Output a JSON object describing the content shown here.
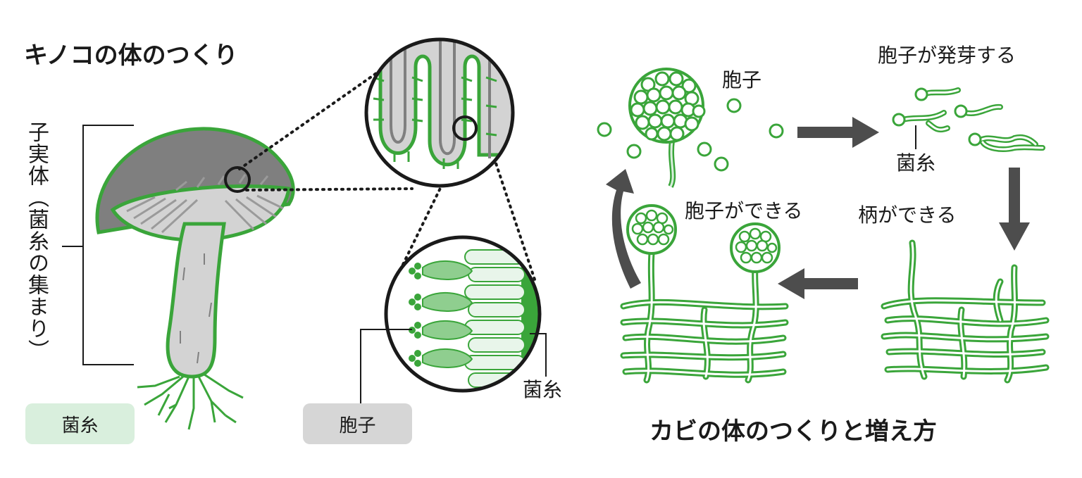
{
  "mushroom": {
    "title": "キノコの体のつくり",
    "fruiting_body_label": "子実体（菌糸の集まり）",
    "hyphae_label": "菌糸",
    "spore_label": "胞子",
    "legend": [
      {
        "label": "菌糸",
        "color": "#d9efdd"
      },
      {
        "label": "胞子",
        "color": "#d6d6d6"
      }
    ]
  },
  "mold": {
    "title": "カビの体のつくりと増え方",
    "spore_label": "胞子",
    "germinate_label": "胞子が発芽する",
    "hyphae_label": "菌糸",
    "stalk_label": "柄ができる",
    "spore_form_label": "胞子ができる"
  },
  "colors": {
    "green": "#3aa53a",
    "light_green": "#d9efdd",
    "gray": "#d3d3d3",
    "dark_gray": "#7f7f7f",
    "arrow": "#4d4d4d"
  }
}
